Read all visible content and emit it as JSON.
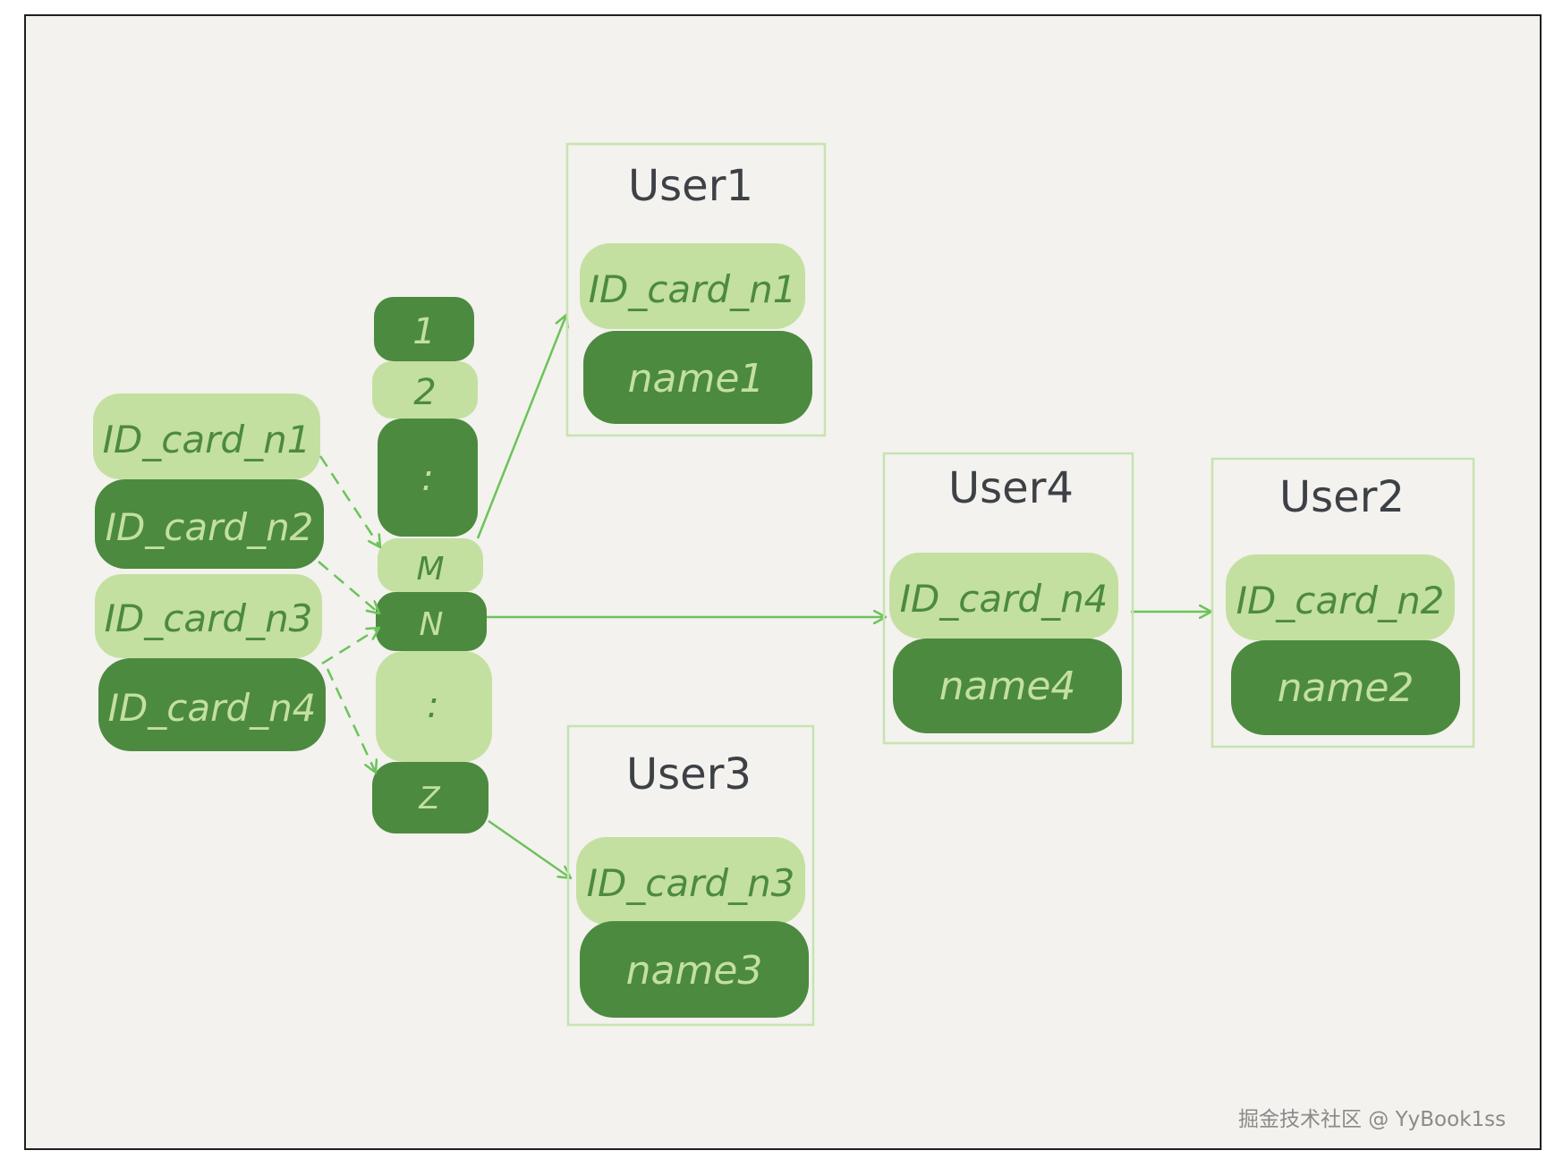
{
  "left_keys": [
    "ID_card_n1",
    "ID_card_n2",
    "ID_card_n3",
    "ID_card_n4"
  ],
  "buckets": [
    "1",
    "2",
    ":",
    "M",
    "N",
    ":",
    "Z"
  ],
  "users": {
    "user1": {
      "title": "User1",
      "key": "ID_card_n1",
      "name": "name1"
    },
    "user3": {
      "title": "User3",
      "key": "ID_card_n3",
      "name": "name3"
    },
    "user4": {
      "title": "User4",
      "key": "ID_card_n4",
      "name": "name4"
    },
    "user2": {
      "title": "User2",
      "key": "ID_card_n2",
      "name": "name2"
    }
  },
  "watermark": "掘金技术社区 @ YyBook1ss",
  "colors": {
    "dark_green": "#4c8a3f",
    "light_green": "#c3e0a0",
    "arrow": "#6cc35a",
    "box_border": "#c6e3b0",
    "title_text": "#3d4146"
  }
}
